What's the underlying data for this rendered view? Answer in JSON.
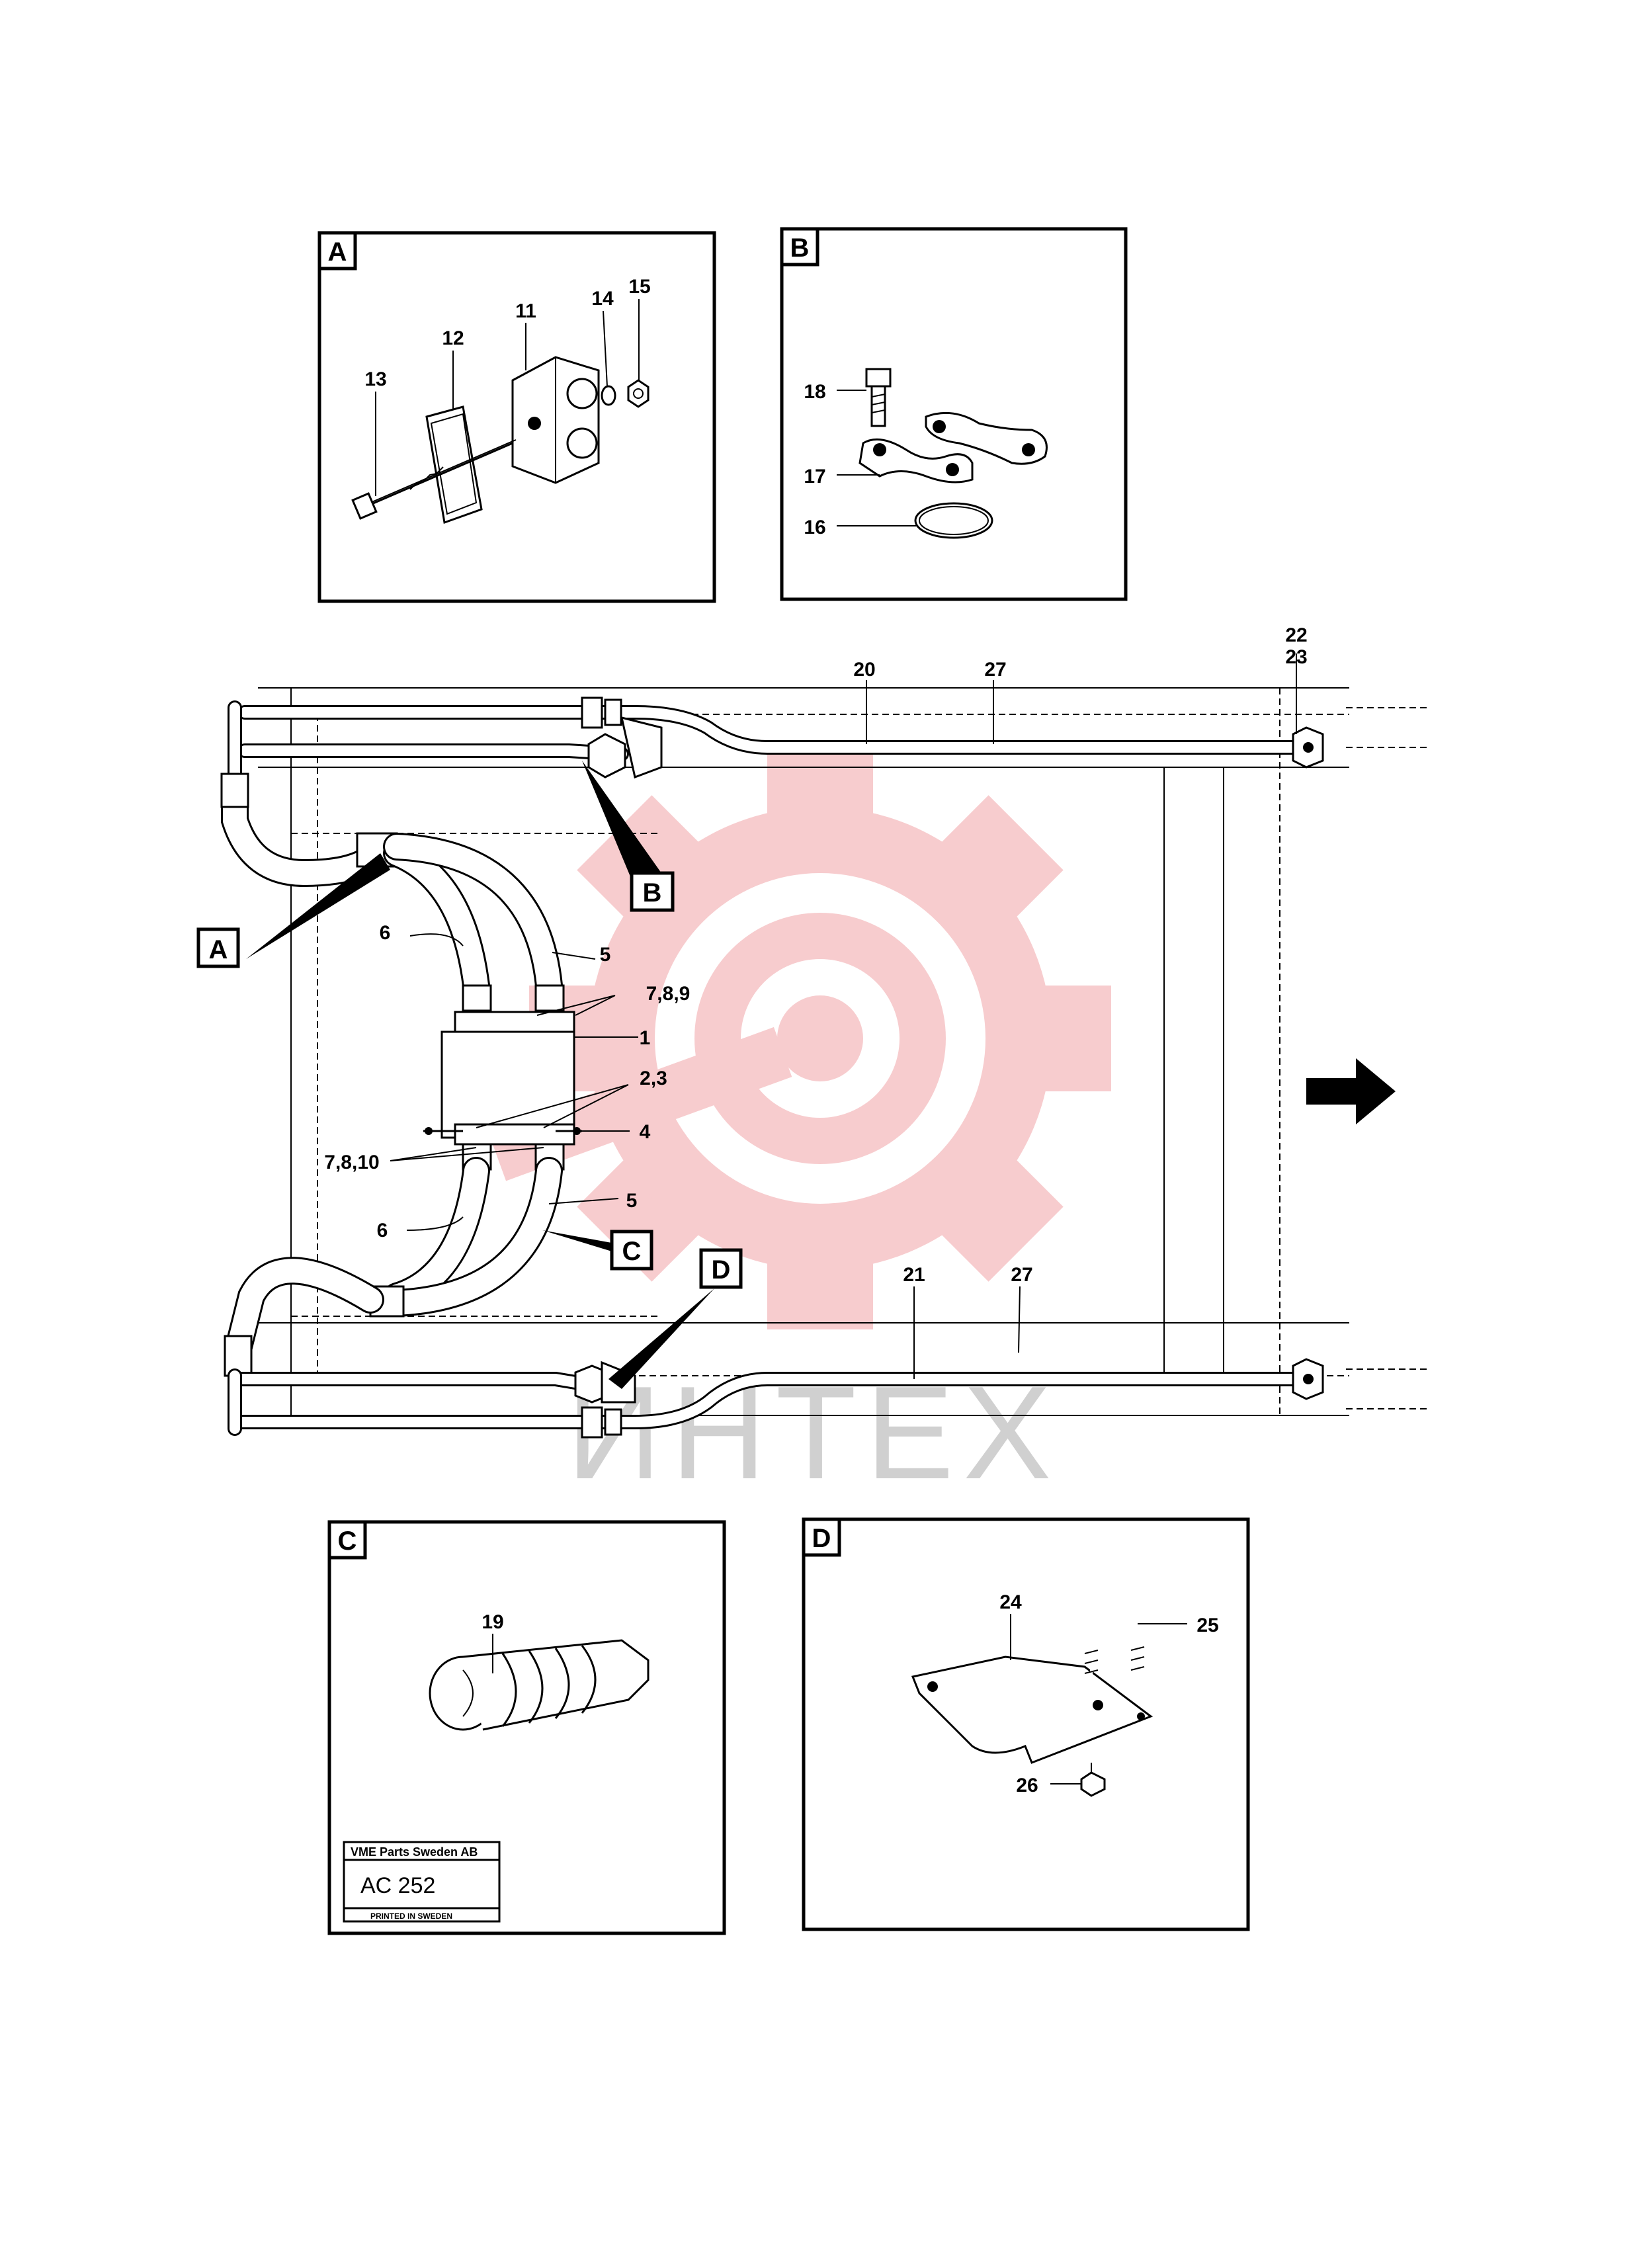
{
  "watermark": {
    "text": "ИНТЕХ",
    "accent_color": "#f6c4c6"
  },
  "detail_boxes": {
    "A": {
      "tag": "A",
      "callouts": [
        "11",
        "12",
        "13",
        "14",
        "15"
      ]
    },
    "B": {
      "tag": "B",
      "callouts": [
        "16",
        "17",
        "18"
      ]
    },
    "C": {
      "tag": "C",
      "callouts": [
        "19"
      ]
    },
    "D": {
      "tag": "D",
      "callouts": [
        "24",
        "25",
        "26"
      ]
    }
  },
  "main_callouts": {
    "c20": "20",
    "c27_top": "27",
    "c22": "22",
    "c23": "23",
    "c6_top": "6",
    "c5_top": "5",
    "c789": "7,8,9",
    "c1": "1",
    "c23b": "2,3",
    "c4": "4",
    "c7810": "7,8,10",
    "c5_bot": "5",
    "c6_bot": "6",
    "c21": "21",
    "c27_bot": "27"
  },
  "pointer_tags": {
    "A": "A",
    "B": "B",
    "C": "C",
    "D": "D"
  },
  "stamp": {
    "company": "VME Parts Sweden AB",
    "code": "AC 252",
    "printed": "PRINTED IN SWEDEN"
  },
  "direction_arrow": "arrow-right-icon"
}
